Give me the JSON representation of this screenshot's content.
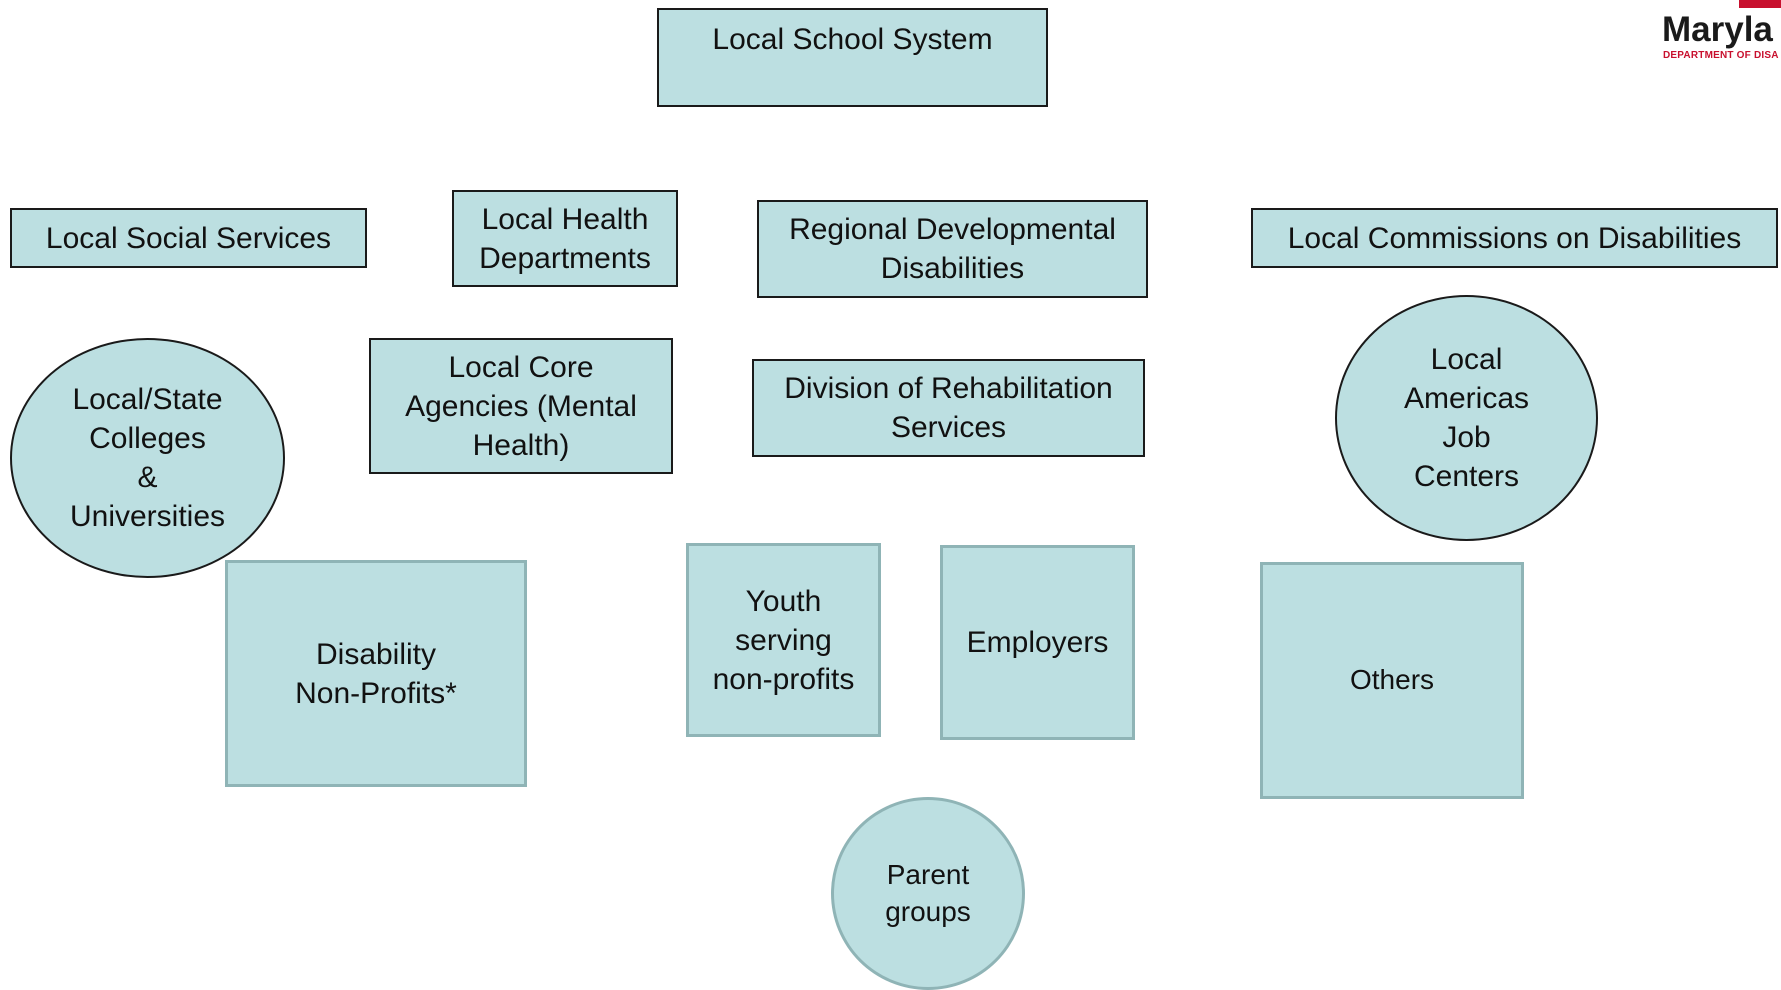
{
  "logo": {
    "wordmark": "Maryla",
    "subtitle": "DEPARTMENT OF DISA",
    "accent_color": "#c8102e"
  },
  "colors": {
    "node_fill": "#bcdfe1",
    "dark_border": "#1a1a1a",
    "soft_border": "#8fb4b6"
  },
  "nodes": {
    "local_school_system": "Local School System",
    "local_social_services": "Local Social Services",
    "local_health_departments": "Local Health\nDepartments",
    "regional_developmental_disabilities": "Regional Developmental\nDisabilities",
    "local_commissions_on_disabilities": "Local Commissions on Disabilities",
    "local_state_colleges": "Local/State\nColleges\n&\nUniversities",
    "local_core_agencies": "Local Core\nAgencies (Mental\nHealth)",
    "division_of_rehabilitation_services": "Division of Rehabilitation\nServices",
    "local_americas_job_centers": "Local\nAmericas\nJob\nCenters",
    "disability_non_profits": "Disability\nNon-Profits*",
    "youth_serving_non_profits": "Youth\nserving\nnon-profits",
    "employers": "Employers",
    "others": "Others",
    "parent_groups": "Parent\ngroups"
  }
}
